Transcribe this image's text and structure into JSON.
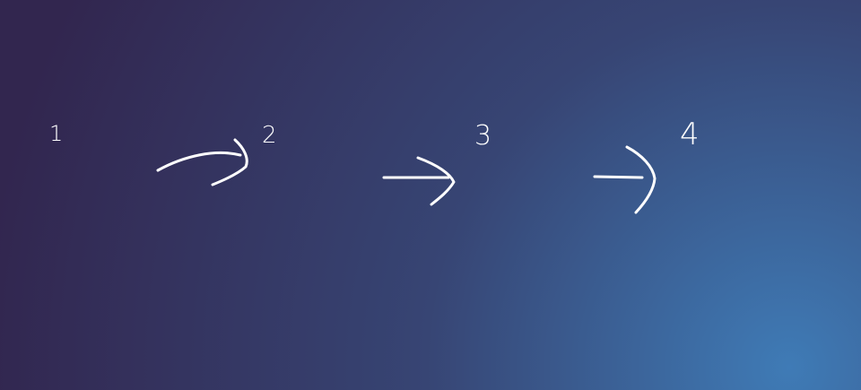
{
  "canvas": {
    "background": {
      "from": "#32264f",
      "mid": "#374574",
      "to": "#3f7bb6"
    },
    "stroke_color": "#ffffff"
  },
  "steps": [
    {
      "label": "1",
      "arrow": "none"
    },
    {
      "label": "2",
      "arrow": "curved-arrow-icon"
    },
    {
      "label": "3",
      "arrow": "right-arrow-icon"
    },
    {
      "label": "4",
      "arrow": "bent-arrow-icon"
    }
  ]
}
